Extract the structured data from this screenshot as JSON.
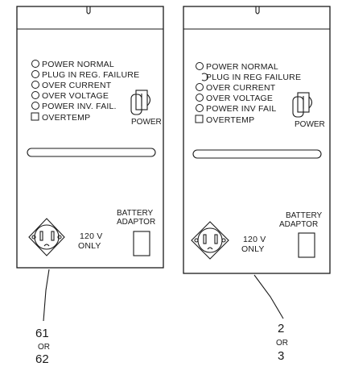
{
  "panels": [
    {
      "indicators": [
        "POWER NORMAL",
        "PLUG IN REG. FAILURE",
        "OVER CURRENT",
        "OVER VOLTAGE",
        "POWER INV. FAIL."
      ],
      "overtemp": "OVERTEMP",
      "power_switch": "POWER",
      "battery": [
        "BATTERY",
        "ADAPTOR"
      ],
      "outlet": [
        "120 V",
        "ONLY"
      ],
      "ref": [
        "61",
        "OR",
        "62"
      ]
    },
    {
      "indicators": [
        "POWER NORMAL",
        "PLUG IN REG FAILURE",
        "OVER CURRENT",
        "OVER VOLTAGE",
        "POWER INV FAIL"
      ],
      "overtemp": "OVERTEMP",
      "power_switch": "POWER",
      "battery": [
        "BATTERY",
        "ADAPTOR"
      ],
      "outlet": [
        "120 V",
        "ONLY"
      ],
      "ref": [
        "2",
        "OR",
        "3"
      ]
    }
  ]
}
